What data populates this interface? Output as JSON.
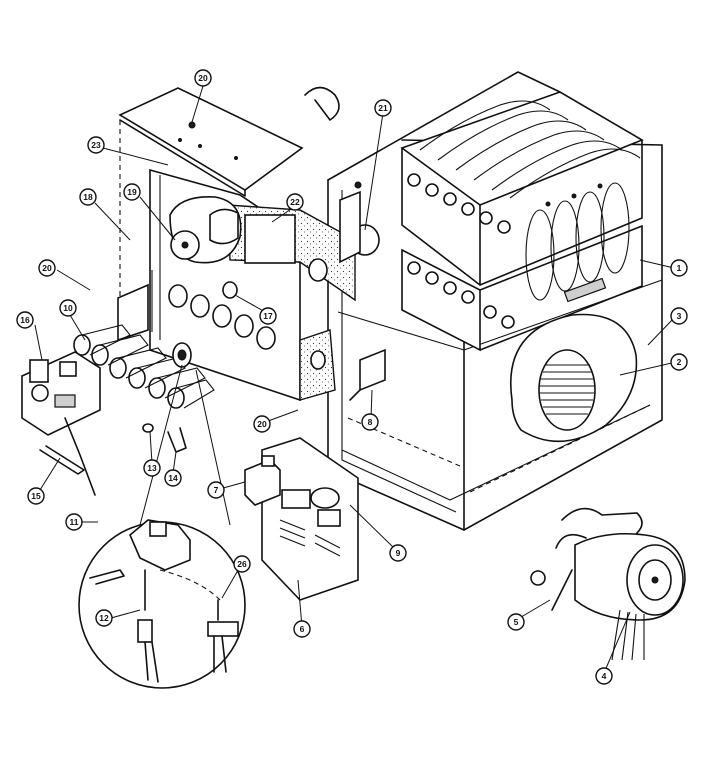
{
  "diagram": {
    "callouts": {
      "c1": "1",
      "c2": "2",
      "c3": "3",
      "c4": "4",
      "c5": "5",
      "c6": "6",
      "c7": "7",
      "c8": "8",
      "c9": "9",
      "c10": "10",
      "c11": "11",
      "c12": "12",
      "c13": "13",
      "c14": "14",
      "c15": "15",
      "c16": "16",
      "c17": "17",
      "c18": "18",
      "c19": "19",
      "c20a": "20",
      "c20b": "20",
      "c20c": "20",
      "c21": "21",
      "c22": "22",
      "c23": "23",
      "c26": "26"
    }
  }
}
